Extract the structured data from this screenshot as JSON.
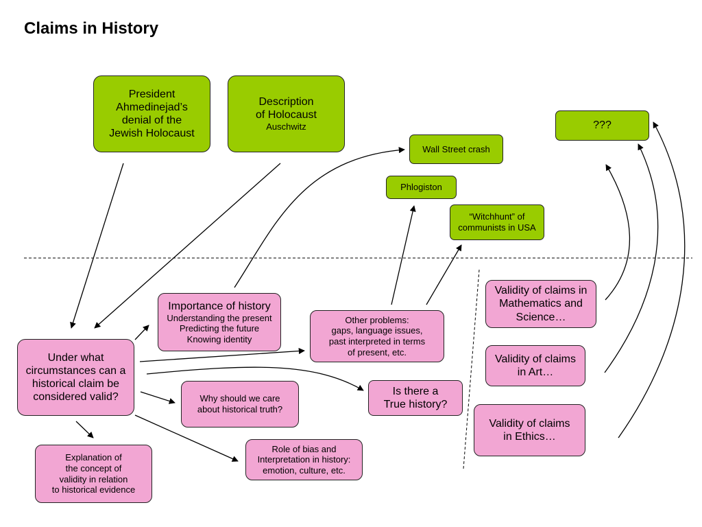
{
  "title": "Claims in History",
  "colors": {
    "green": "#99cc00",
    "pink": "#f2a6d3",
    "line": "#000000"
  },
  "nodes": {
    "ahmadinejad": {
      "lines": [
        "President",
        "Ahmedinejad’s",
        "denial of the",
        "Jewish Holocaust"
      ]
    },
    "holocaust": {
      "lines": [
        "Description",
        "of Holocaust"
      ],
      "sub": "Auschwitz"
    },
    "wallstreet": {
      "text": "Wall Street crash"
    },
    "phlogiston": {
      "text": "Phlogiston"
    },
    "witchhunt": {
      "lines": [
        "“Witchhunt” of",
        "communists in USA"
      ]
    },
    "unknown": {
      "text": "???"
    },
    "central": {
      "lines": [
        "Under what",
        "circumstances can a",
        "historical claim be",
        "considered valid?"
      ]
    },
    "importance": {
      "heading": "Importance of history",
      "lines": [
        "Understanding the present",
        "Predicting the future",
        "Knowing identity"
      ]
    },
    "other": {
      "lines": [
        "Other problems:",
        "gaps, language issues,",
        "past interpreted in terms",
        "of present, etc."
      ]
    },
    "truehistory": {
      "lines": [
        "Is there a",
        "True history?"
      ]
    },
    "whycare": {
      "lines": [
        "Why should we care",
        "about historical truth?"
      ]
    },
    "bias": {
      "lines": [
        "Role of bias and",
        "Interpretation in history:",
        "emotion, culture, etc."
      ]
    },
    "explanation": {
      "lines": [
        "Explanation of",
        "the concept of",
        "validity in relation",
        "to historical evidence"
      ]
    },
    "mathsci": {
      "lines": [
        "Validity of claims in",
        "Mathematics and",
        "Science…"
      ]
    },
    "art": {
      "lines": [
        "Validity of claims",
        "in Art…"
      ]
    },
    "ethics": {
      "lines": [
        "Validity of claims",
        "in Ethics…"
      ]
    }
  }
}
